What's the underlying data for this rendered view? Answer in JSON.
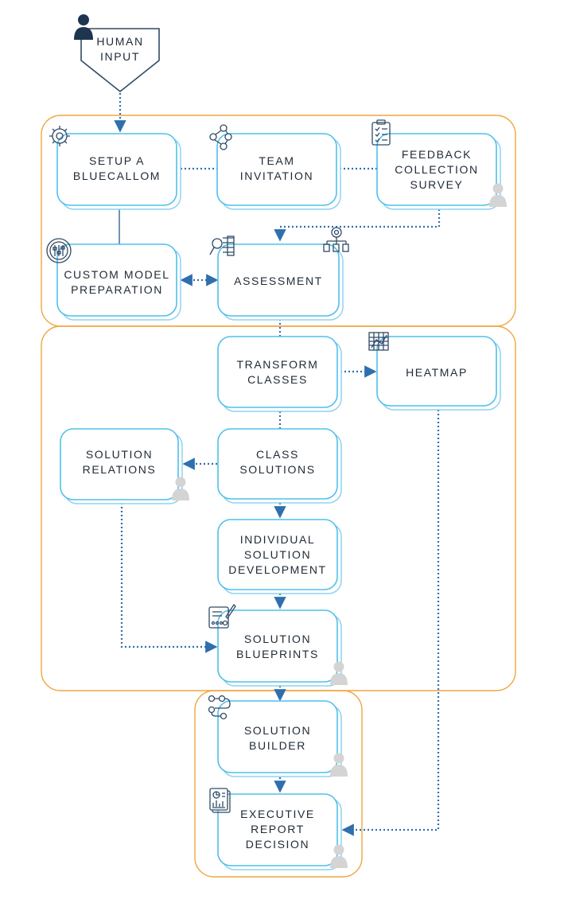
{
  "start": {
    "lines": [
      "HUMAN",
      "INPUT"
    ]
  },
  "nodes": {
    "setup": {
      "lines": [
        "SETUP A",
        "BLUECALLOM"
      ]
    },
    "team": {
      "lines": [
        "TEAM",
        "INVITATION"
      ]
    },
    "feedback": {
      "lines": [
        "FEEDBACK",
        "COLLECTION",
        "SURVEY"
      ]
    },
    "custom": {
      "lines": [
        "CUSTOM MODEL",
        "PREPARATION"
      ]
    },
    "assessment": {
      "lines": [
        "ASSESSMENT"
      ]
    },
    "transform": {
      "lines": [
        "TRANSFORM",
        "CLASSES"
      ]
    },
    "heatmap": {
      "lines": [
        "HEATMAP"
      ]
    },
    "relations": {
      "lines": [
        "SOLUTION",
        "RELATIONS"
      ]
    },
    "classsol": {
      "lines": [
        "CLASS",
        "SOLUTIONS"
      ]
    },
    "individual": {
      "lines": [
        "INDIVIDUAL",
        "SOLUTION",
        "DEVELOPMENT"
      ]
    },
    "blueprints": {
      "lines": [
        "SOLUTION",
        "BLUEPRINTS"
      ]
    },
    "builder": {
      "lines": [
        "SOLUTION",
        "BUILDER"
      ]
    },
    "executive": {
      "lines": [
        "EXECUTIVE",
        "REPORT",
        "DECISION"
      ]
    }
  },
  "colors": {
    "group_border": "#f0a640",
    "box_border": "#4fc0ec",
    "connector": "#2f6fad",
    "text": "#1f2a36",
    "icon": "#2f4a66",
    "person_icon": "#d4d4d4"
  },
  "icons": {
    "start": "human-icon",
    "setup": "gear-icon",
    "team": "people-network-icon",
    "feedback": "clipboard-checklist-icon",
    "custom": "settings-sliders-icon",
    "assessment": "magnifier-list-icon",
    "assessment_2": "hierarchy-icon",
    "heatmap": "grid-map-icon",
    "blueprints": "blueprint-pen-icon",
    "builder": "flow-steps-icon",
    "executive": "report-chart-icon",
    "person": "person-icon"
  }
}
